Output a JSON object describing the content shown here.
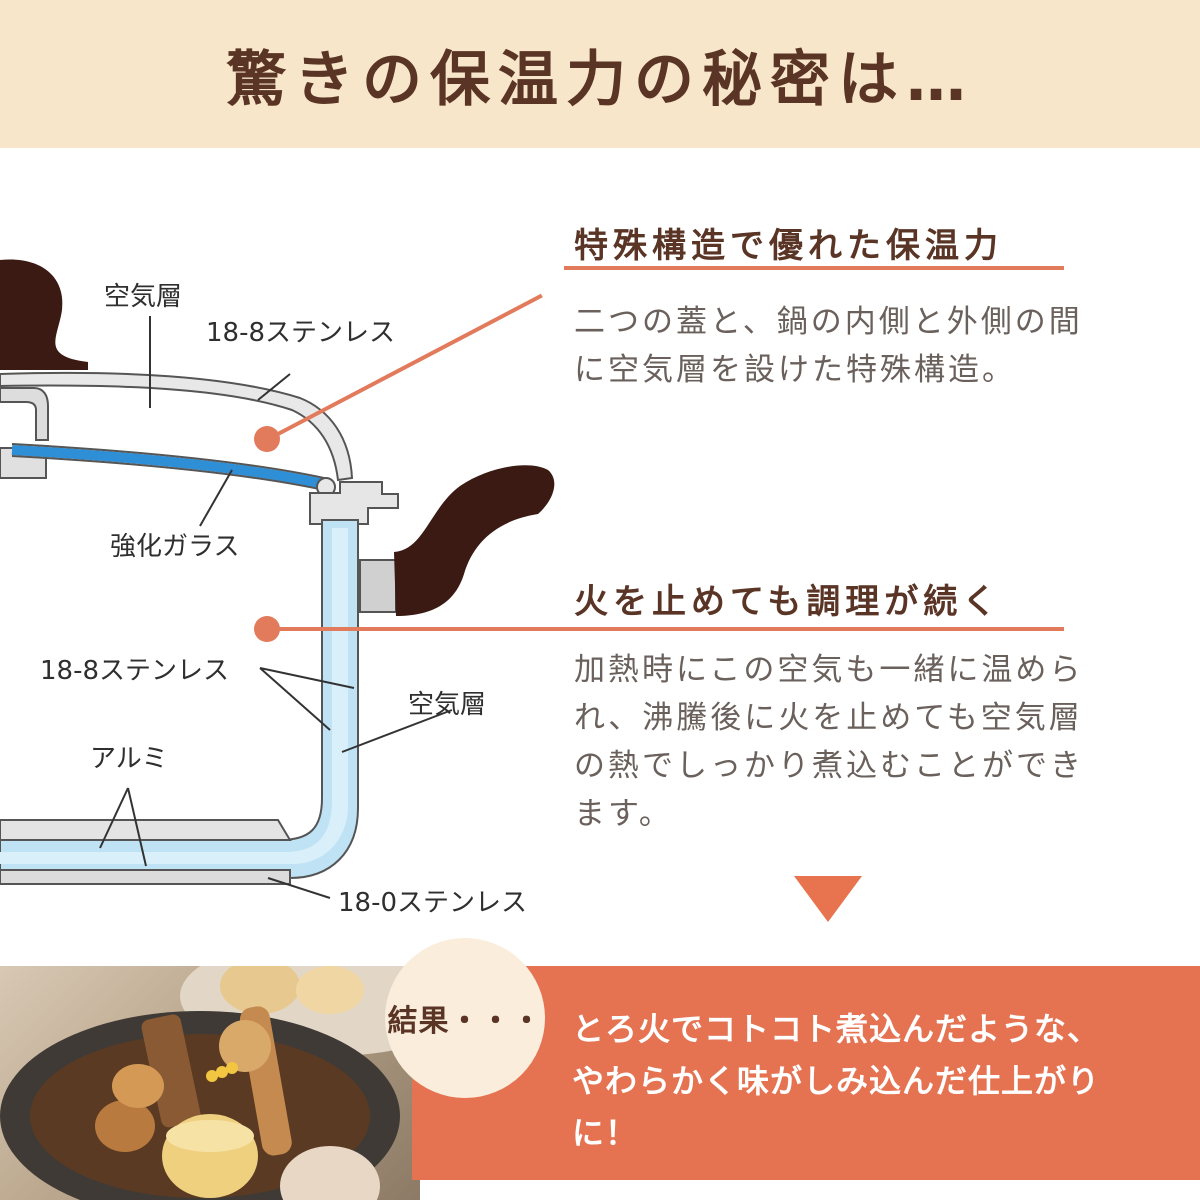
{
  "header": {
    "title": "驚きの保温力の秘密は…"
  },
  "diagram": {
    "labels": {
      "air_layer_top": "空気層",
      "stainless_18_8_lid": "18-8ステンレス",
      "tempered_glass": "強化ガラス",
      "stainless_18_8_body": "18-8ステンレス",
      "air_layer_side": "空気層",
      "aluminum": "アルミ",
      "stainless_18_0": "18-0ステンレス"
    }
  },
  "features": [
    {
      "title": "特殊構造で優れた保温力",
      "body": "二つの蓋と、鍋の内側と外側の間に空気層を設けた特殊構造。"
    },
    {
      "title": "火を止めても調理が続く",
      "body": "加熱時にこの空気も一緒に温められ、沸騰後に火を止めても空気層の熱でしっかり煮込むことができます。"
    }
  ],
  "result": {
    "badge": "結果・・・",
    "text": "とろ火でコトコト煮込んだような、やわらかく味がしみ込んだ仕上がりに！"
  },
  "colors": {
    "accent": "#e57352",
    "header_bg": "#f7e6c9",
    "title_text": "#5a3526",
    "body_text": "#6a605c",
    "glass": "#2e8fd6",
    "air": "#bfe3f5"
  }
}
